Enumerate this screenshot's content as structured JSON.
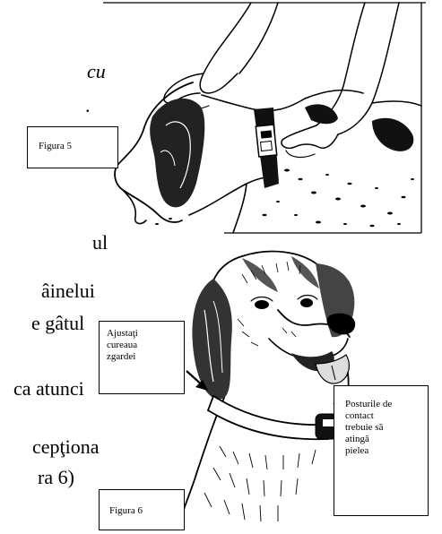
{
  "text_fragments": {
    "f1": "cu",
    "f2": ".",
    "f3": "ul",
    "f4": "âinelui",
    "f5": "e gâtul",
    "f6": "ca atunci",
    "f7": "cepţiona",
    "f8": "ra 6)"
  },
  "captions": {
    "figure5": "Figura  5",
    "figure6": "Figura 6",
    "adjust_strap_lines": [
      "Ajustaţi",
      "cureaua",
      "zgardei"
    ],
    "contact_posts_lines": [
      "Posturile de",
      "contact",
      "trebuie să",
      "atingă",
      "pielea"
    ]
  },
  "illustrations": {
    "top": "hands fastening collar on pointer dog",
    "bottom": "dog wearing collar with receiver"
  }
}
